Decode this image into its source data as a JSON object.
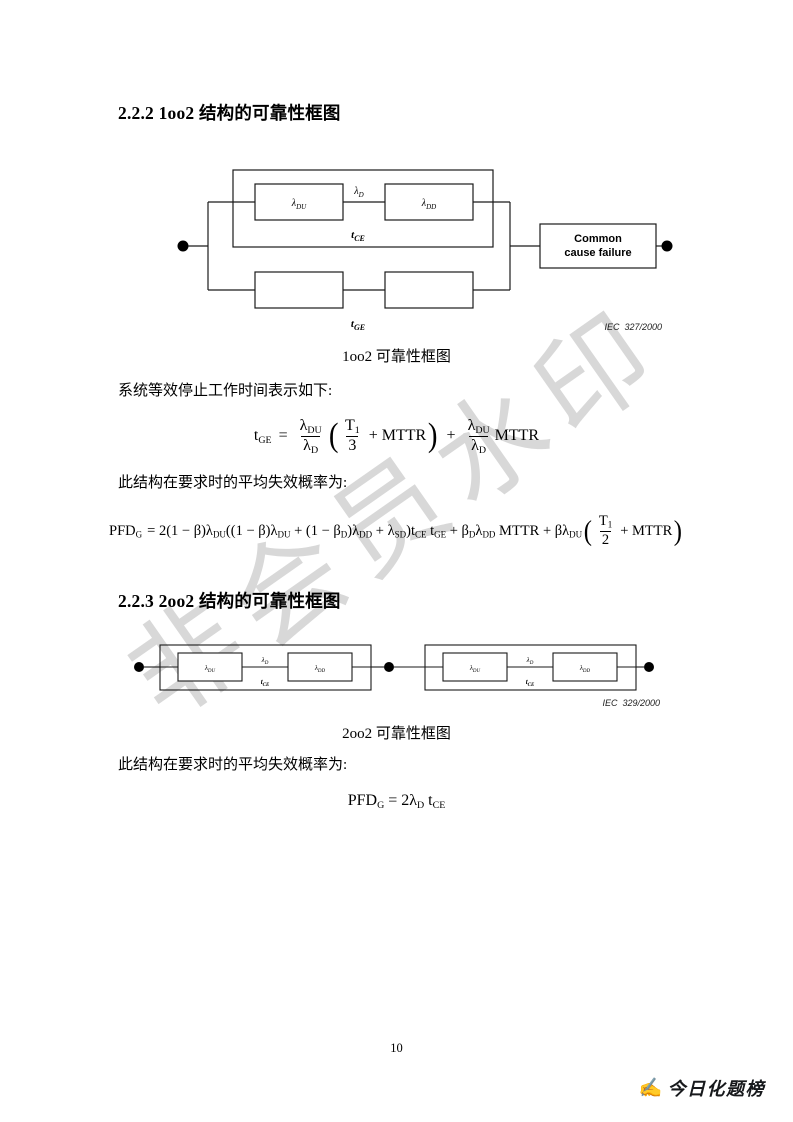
{
  "page": {
    "number": "10",
    "watermark": "非会员水印"
  },
  "brand": {
    "icon": "✍",
    "name": "今日化题榜"
  },
  "section1": {
    "heading": "2.2.2 1oo2 结构的可靠性框图",
    "caption": "1oo2 可靠性框图",
    "para_equiv": "系统等效停止工作时间表示如下:",
    "para_pfd": "此结构在要求时的平均失效概率为:"
  },
  "section2": {
    "heading": "2.2.3 2oo2 结构的可靠性框图",
    "caption": "2oo2 可靠性框图",
    "para_pfd": "此结构在要求时的平均失效概率为:"
  },
  "sym": {
    "lambda": "λ",
    "t": "t",
    "D": "D",
    "DU": "DU",
    "DD": "DD",
    "CE": "CE",
    "GE": "GE"
  },
  "diagram1": {
    "ccf_line1": "Common",
    "ccf_line2": "cause failure",
    "iec_ref": "IEC  327/2000"
  },
  "diagram2": {
    "iec_ref": "IEC  329/2000"
  },
  "f1": {
    "lhs": "t",
    "lhs_sub": "GE",
    "eq": "=",
    "num": "λ",
    "num_sub": "DU",
    "den": "λ",
    "den_sub": "D",
    "lp": "(",
    "rp": ")",
    "t_num": "T",
    "t_num_sub": "1",
    "t_den": "3",
    "plus_mttr": "+ MTTR",
    "plus": "+",
    "mttr": "MTTR"
  },
  "f2": {
    "lhs": "PFD",
    "lhs_sub": "G",
    "r1": "= 2(1 − β)λ",
    "r1s": "DU",
    "r2": "((1 − β)λ",
    "r2s": "DU",
    "r3": " + (1 − β",
    "r3s": "D",
    "r4": ")λ",
    "r4s": "DD",
    "r5": " + λ",
    "r5s": "SD",
    "r6": ")t",
    "r6s": "CE",
    "r7": " t",
    "r7s": "GE",
    "r8": " + β",
    "r8s": "D",
    "r9": "λ",
    "r9s": "DD",
    "r10": " MTTR + βλ",
    "r10s": "DU",
    "lp": "(",
    "rp": ")",
    "t_num": "T",
    "t_num_sub": "1",
    "t_den": "2",
    "tail": "+ MTTR"
  },
  "f3": {
    "lhs": "PFD",
    "lhs_sub": "G",
    "r1": " = 2λ",
    "r1s": "D",
    "r2": " t",
    "r2s": "CE"
  }
}
